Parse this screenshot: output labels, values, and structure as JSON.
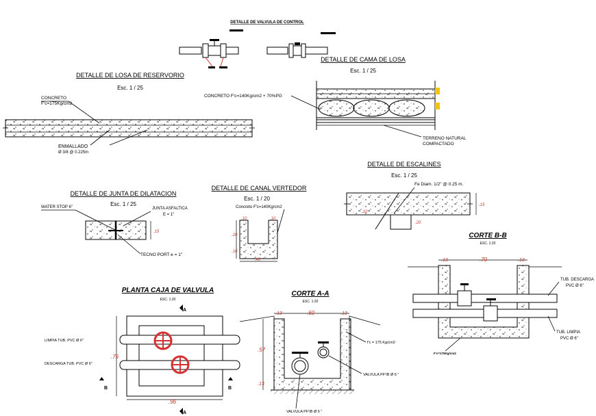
{
  "titles": {
    "valve_control": "DETALLE DE VALVULA DE CONTROL",
    "losa_reservorio": "DETALLE DE LOSA  DE   RESERVORIO",
    "losa_reservorio_scale": "Esc.  1 / 25",
    "cama_losa": "DETALLE DE CAMA DE  LOSA",
    "cama_losa_scale": "Esc.  1 / 25",
    "escalines": "DETALLE DE ESCALINES",
    "escalines_scale": "Esc.  1 / 25",
    "junta": "DETALLE DE JUNTA DE DILATACION",
    "junta_scale": "Esc.  1 / 25",
    "canal": "DETALLE DE CANAL VERTEDOR",
    "canal_scale": "Esc.  1 / 20",
    "corte_bb": "CORTE B-B",
    "corte_bb_scale": "ESC. 1:20",
    "planta": "PLANTA CAJA DE VALVULA",
    "planta_scale": "ESC. 1:20",
    "corte_aa": "CORTE A-A",
    "corte_aa_scale": "ESC. 1:20"
  },
  "labels": {
    "concreto": "CONCRETO",
    "fc175": "F'c=175Kg/cm2",
    "enmallado": "ENMALLADO",
    "enmallado_spec": "Ø 3/8 @ 0.225m",
    "concreto_cama": "CONCRETO F'c=140Kg/cm2 + 70%PG",
    "terreno1": "TERRENO NATURAL",
    "terreno2": "COMPACTADO",
    "fe_diam": "Fe Diam. 1/2\"  @  0.25 m.",
    "water_stop": "WATER STOP 6\"",
    "junta_asfaltica": "JUNTA ASFALTICA",
    "junta_e": "E = 1\"",
    "tecno_port": "TECNO PORT  e = 1\"",
    "concreto_canal": "Concreto F'c=140Kg/cm2",
    "tub_descarga": "TUB. DESCARGA",
    "pvc_descarga": "PVC Ø 6\"",
    "tub_limpia": "TUB. LIMPIA",
    "pvc_limpia": "PVC  Ø 6\"",
    "fc_bb": "F'c=175Kg/cm2",
    "limpia_tub": "LIMPIA TUB. PVC Ø 6\"",
    "descarga_tub": "DESCARGA TUB. PVC Ø 6\"",
    "fc_aa": "f'c = 175 Kg/cm2",
    "valvula1": "VALVULA PF'IB Ø 6 \"",
    "valvula2": "VALVULA PF'IB Ø 6 \"",
    "marker_a": "A",
    "marker_b": "B"
  },
  "dimensions": {
    "d10a": ".10",
    "d10b": ".10",
    "d20a": ".20",
    "d10c": ".10",
    "d40": ".40",
    "d15_junta": ".15",
    "d10_esc": ".10",
    "d20_esc": ".20",
    "d15_esc": ".15",
    "bb_13a": ".13",
    "bb_70": ".70",
    "bb_13b": ".13",
    "aa_13a": ".13",
    "aa_60": ".60",
    "aa_13b": ".13",
    "aa_57": ".57",
    "aa_13c": ".13",
    "pl_76": ".76",
    "pl_96": ".96"
  },
  "colors": {
    "line": "#000000",
    "valve_red": "#d63031",
    "accent_yellow": "#f1c40f"
  }
}
